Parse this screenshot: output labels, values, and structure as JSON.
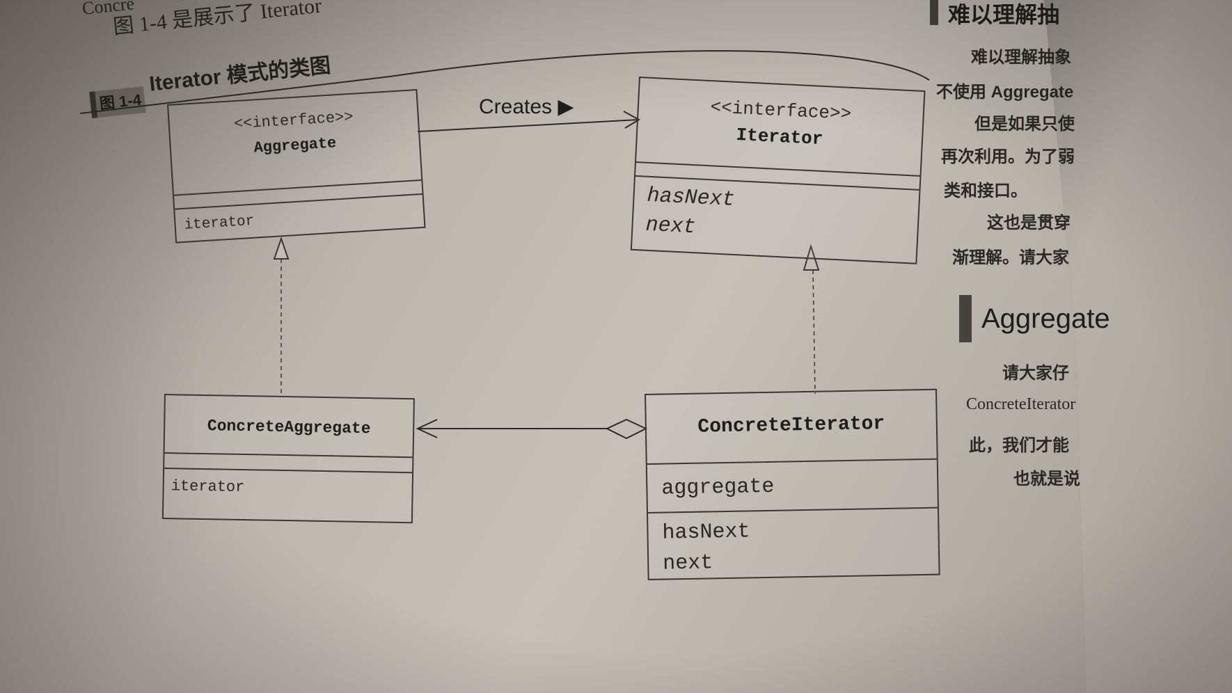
{
  "book": {
    "top_fragment": "Concre",
    "caption_line": "图 1-4 是展示了 Iterator",
    "figure_tag": "图 1-4",
    "figure_title": "Iterator 模式的类图"
  },
  "diagram": {
    "aggregate": {
      "stereotype": "<<interface>>",
      "name": "Aggregate",
      "methods": [
        "iterator"
      ]
    },
    "iterator": {
      "stereotype": "<<interface>>",
      "name": "Iterator",
      "methods": [
        "hasNext",
        "next"
      ]
    },
    "concrete_aggregate": {
      "name": "ConcreteAggregate",
      "methods": [
        "iterator"
      ]
    },
    "concrete_iterator": {
      "name": "ConcreteIterator",
      "fields": [
        "aggregate"
      ],
      "methods": [
        "hasNext",
        "next"
      ]
    },
    "creates_label": "Creates ▶"
  },
  "right_column": {
    "heading": "难以理解抽",
    "lines": [
      "难以理解抽象",
      "不使用 Aggregate",
      "但是如果只使",
      "再次利用。为了弱",
      "类和接口。",
      "这也是贯穿",
      "渐理解。请大家"
    ],
    "section_title": "Aggregate",
    "lines2": [
      "请大家仔",
      "ConcreteIterator",
      "此，我们才能",
      "也就是说"
    ]
  }
}
